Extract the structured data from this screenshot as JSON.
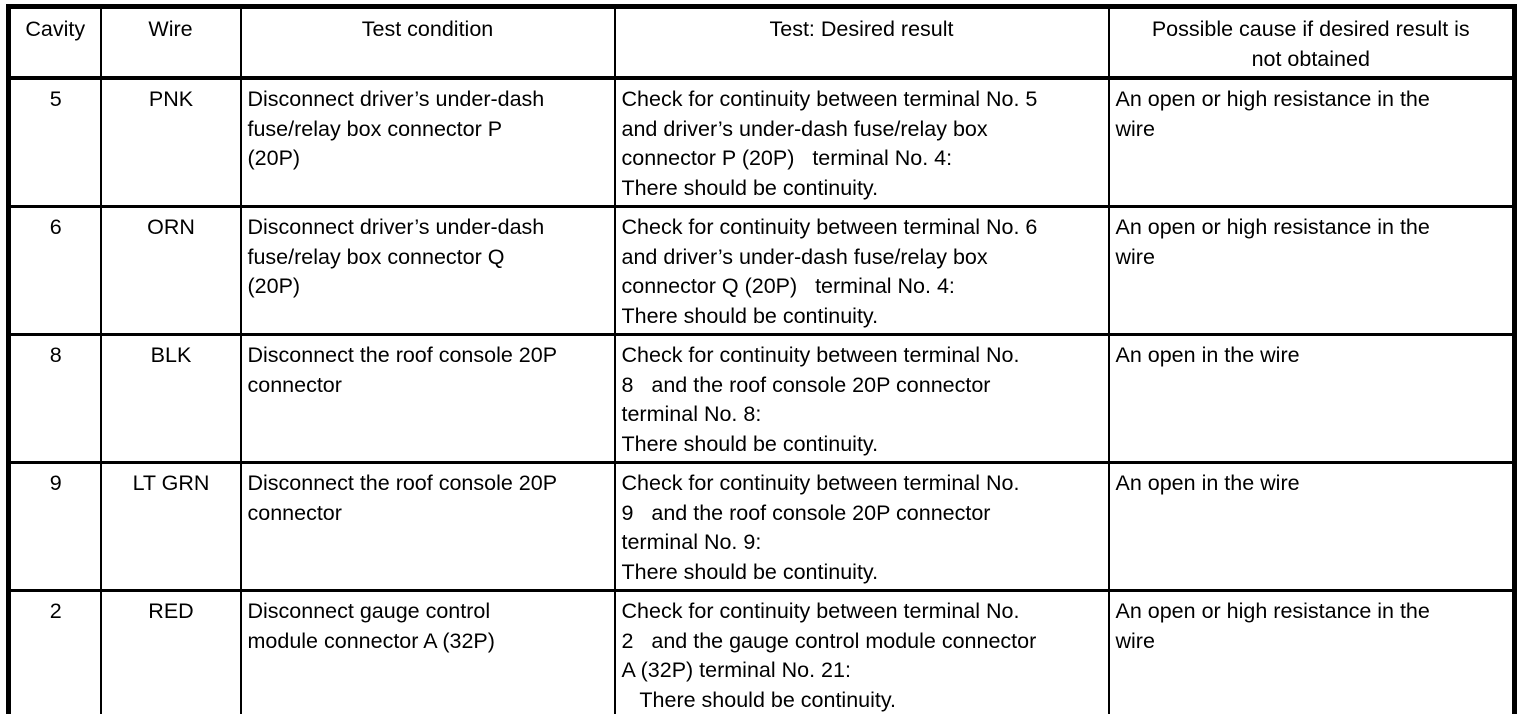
{
  "colors": {
    "text": "#000000",
    "background": "#ffffff",
    "border": "#000000"
  },
  "table": {
    "columns": [
      {
        "id": "cavity",
        "label": "Cavity"
      },
      {
        "id": "wire",
        "label": "Wire"
      },
      {
        "id": "test_condition",
        "label": "Test condition"
      },
      {
        "id": "desired_result",
        "label": "Test: Desired result"
      },
      {
        "id": "possible_cause",
        "label": "Possible cause if desired result is\nnot obtained"
      }
    ],
    "rows": [
      {
        "cavity": "5",
        "wire": "PNK",
        "test_condition": "Disconnect driver’s under-dash\nfuse/relay box connector P\n(20P)",
        "desired_result": "Check for continuity between terminal No. 5\nand driver’s under-dash fuse/relay box\nconnector P (20P)   terminal No. 4:\nThere should be continuity.",
        "possible_cause": "An open or high resistance in the\nwire"
      },
      {
        "cavity": "6",
        "wire": "ORN",
        "test_condition": "Disconnect driver’s under-dash\nfuse/relay box connector Q\n(20P)",
        "desired_result": "Check for continuity between terminal No. 6\nand driver’s under-dash fuse/relay box\nconnector Q (20P)   terminal No. 4:\nThere should be continuity.",
        "possible_cause": "An open or high resistance in the\nwire"
      },
      {
        "cavity": "8",
        "wire": "BLK",
        "test_condition": "Disconnect the roof console 20P\nconnector",
        "desired_result": "Check for continuity between terminal No.\n8   and the roof console 20P connector\nterminal No. 8:\nThere should be continuity.",
        "possible_cause": "An open in the wire"
      },
      {
        "cavity": "9",
        "wire": "LT GRN",
        "test_condition": "Disconnect the roof console 20P\nconnector",
        "desired_result": "Check for continuity between terminal No.\n9   and the roof console 20P connector\nterminal No. 9:\nThere should be continuity.",
        "possible_cause": "An open in the wire"
      },
      {
        "cavity": "2",
        "wire": "RED",
        "test_condition": "Disconnect gauge control\nmodule connector A (32P)",
        "desired_result": "Check for continuity between terminal No.\n2   and the gauge control module connector\nA (32P) terminal No. 21:\n   There should be continuity.",
        "possible_cause": "An open or high resistance in the\nwire"
      }
    ]
  }
}
